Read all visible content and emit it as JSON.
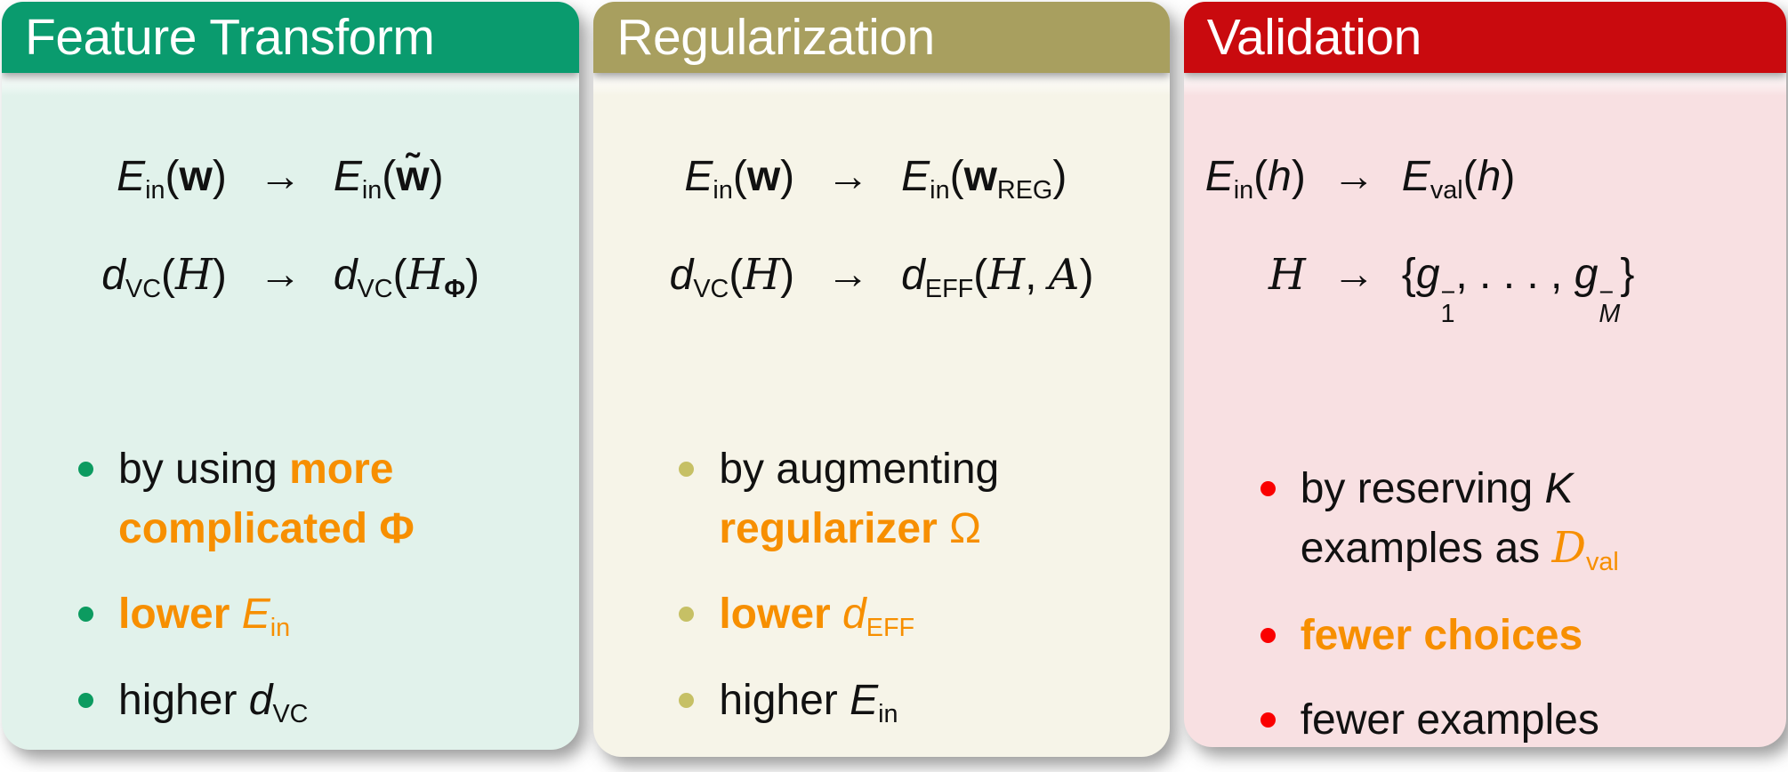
{
  "page": {
    "background": "#ffffff"
  },
  "accent": {
    "orange": "#f78f00"
  },
  "panels": [
    {
      "title": "Feature Transform",
      "colors": {
        "header": "#0a9b6e",
        "body": "#e1f2eb",
        "bullet": "#0c9b60"
      },
      "math": [
        {
          "lhs": [
            {
              "t": "E",
              "c": "it"
            },
            {
              "t": "in",
              "c": "sub"
            },
            {
              "t": "("
            },
            {
              "t": "w",
              "c": "bv"
            },
            {
              "t": ")"
            }
          ],
          "arrow": "→",
          "rhs": [
            {
              "t": "E",
              "c": "it"
            },
            {
              "t": "in",
              "c": "sub"
            },
            {
              "t": "("
            },
            {
              "t": "w̃",
              "c": "bv"
            },
            {
              "t": ")"
            }
          ]
        },
        {
          "lhs": [
            {
              "t": "d",
              "c": "it"
            },
            {
              "t": "VC",
              "c": "sub"
            },
            {
              "t": "("
            },
            {
              "t": "H",
              "c": "cal"
            },
            {
              "t": ")"
            }
          ],
          "arrow": "→",
          "rhs": [
            {
              "t": "d",
              "c": "it"
            },
            {
              "t": "VC",
              "c": "sub"
            },
            {
              "t": "("
            },
            {
              "t": "H",
              "c": "cal"
            },
            {
              "t": "Φ",
              "c": "sub b"
            },
            {
              "t": ")"
            }
          ]
        }
      ],
      "bullets": [
        {
          "tokens": [
            "by using ",
            {
              "t": "more",
              "c": "ob"
            },
            {
              "br": true
            },
            {
              "t": "complicated Φ",
              "c": "ob"
            }
          ]
        },
        {
          "tokens": [
            {
              "t": "lower ",
              "c": "ob"
            },
            {
              "t": "E",
              "c": "it o"
            },
            {
              "t": "in",
              "c": "sub o"
            }
          ]
        },
        {
          "tokens": [
            "higher ",
            {
              "t": "d",
              "c": "it"
            },
            {
              "t": "VC",
              "c": "sub"
            }
          ]
        }
      ]
    },
    {
      "title": "Regularization",
      "colors": {
        "header": "#a89f5f",
        "body": "#f6f4e8",
        "bullet": "#c6c065"
      },
      "math": [
        {
          "lhs": [
            {
              "t": "E",
              "c": "it"
            },
            {
              "t": "in",
              "c": "sub"
            },
            {
              "t": "("
            },
            {
              "t": "w",
              "c": "bv"
            },
            {
              "t": ")"
            }
          ],
          "arrow": "→",
          "rhs": [
            {
              "t": "E",
              "c": "it"
            },
            {
              "t": "in",
              "c": "sub"
            },
            {
              "t": "("
            },
            {
              "t": "w",
              "c": "bv"
            },
            {
              "t": "REG",
              "c": "sub"
            },
            {
              "t": ")"
            }
          ]
        },
        {
          "lhs": [
            {
              "t": "d",
              "c": "it"
            },
            {
              "t": "VC",
              "c": "sub"
            },
            {
              "t": "("
            },
            {
              "t": "H",
              "c": "cal"
            },
            {
              "t": ")"
            }
          ],
          "arrow": "→",
          "rhs": [
            {
              "t": "d",
              "c": "it"
            },
            {
              "t": "EFF",
              "c": "sub"
            },
            {
              "t": "("
            },
            {
              "t": "H",
              "c": "cal"
            },
            {
              "t": ", "
            },
            {
              "t": "A",
              "c": "cal"
            },
            {
              "t": ")"
            }
          ]
        }
      ],
      "bullets": [
        {
          "tokens": [
            "by augmenting",
            {
              "br": true
            },
            {
              "t": "regularizer",
              "c": "ob"
            },
            " ",
            {
              "t": "Ω",
              "c": "o"
            }
          ]
        },
        {
          "tokens": [
            {
              "t": "lower ",
              "c": "ob"
            },
            {
              "t": "d",
              "c": "it o"
            },
            {
              "t": "EFF",
              "c": "sub o"
            }
          ]
        },
        {
          "tokens": [
            "higher ",
            {
              "t": "E",
              "c": "it"
            },
            {
              "t": "in",
              "c": "sub"
            }
          ]
        }
      ]
    },
    {
      "title": "Validation",
      "colors": {
        "header": "#c90a0e",
        "body": "#f8e0e2",
        "bullet": "#fa0000"
      },
      "math": [
        {
          "lhs": [
            {
              "t": "E",
              "c": "it"
            },
            {
              "t": "in",
              "c": "sub"
            },
            {
              "t": "("
            },
            {
              "t": "h",
              "c": "it"
            },
            {
              "t": ")"
            }
          ],
          "arrow": "→",
          "rhs": [
            {
              "t": "E",
              "c": "it"
            },
            {
              "t": "val",
              "c": "sub"
            },
            {
              "t": "("
            },
            {
              "t": "h",
              "c": "it"
            },
            {
              "t": ")"
            }
          ]
        },
        {
          "lhs": [
            {
              "t": "H",
              "c": "cal"
            }
          ],
          "arrow": "→",
          "rhs": [
            {
              "t": "{"
            },
            {
              "t": "g",
              "c": "it",
              "sup": "−",
              "sub": "1"
            },
            {
              "t": ", . . . , "
            },
            {
              "t": "g",
              "c": "it",
              "sup": "−",
              "sub": {
                "t": "M",
                "c": "it"
              }
            },
            {
              "t": "}"
            }
          ]
        }
      ],
      "bullets": [
        {
          "tokens": [
            "by reserving ",
            {
              "t": "K",
              "c": "it"
            },
            {
              "br": true
            },
            "examples as ",
            {
              "t": "D",
              "c": "cal o"
            },
            {
              "t": "val",
              "c": "sub o"
            }
          ]
        },
        {
          "tokens": [
            {
              "t": "fewer choices",
              "c": "ob"
            }
          ]
        },
        {
          "tokens": [
            "fewer examples"
          ]
        }
      ]
    }
  ]
}
